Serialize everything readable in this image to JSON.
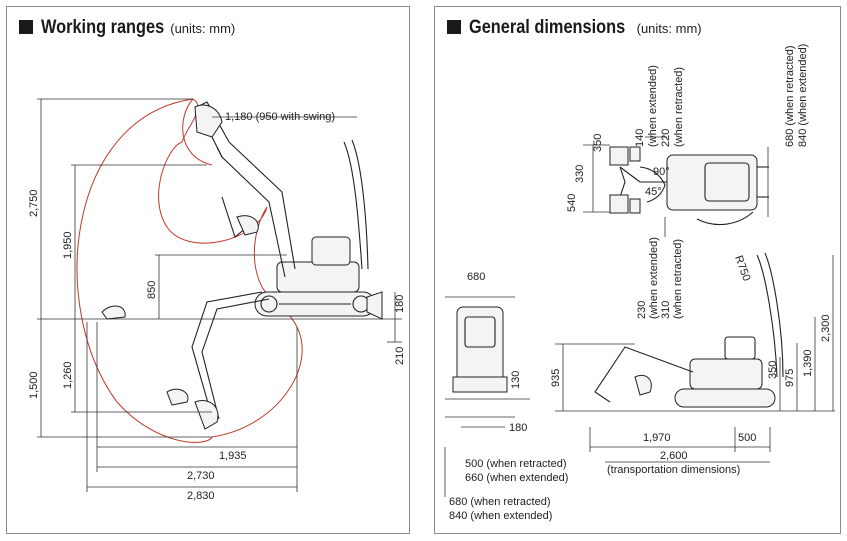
{
  "working_ranges": {
    "title": "Working ranges",
    "units": "(units: mm)",
    "dims": {
      "h2750": "2,750",
      "h1950": "1,950",
      "h850": "850",
      "h180": "180",
      "h210": "210",
      "h1500": "1,500",
      "h1260": "1,260",
      "r1180": "1,180 (950 with swing)",
      "w1935": "1,935",
      "w2730": "2,730",
      "w2830": "2,830"
    }
  },
  "general_dimensions": {
    "title": "General dimensions",
    "units": "(units: mm)",
    "dims": {
      "d140": "140",
      "d140_note": "(when extended)",
      "d220": "220",
      "d220_note": "(when retracted)",
      "d680_840_top": "680 (when retracted)",
      "d840_top": "840 (when extended)",
      "d350a": "350",
      "d330": "330",
      "d540": "540",
      "a90": "90°",
      "a45": "45°",
      "r750": "R750",
      "d230": "230",
      "d230_note": "(when extended)",
      "d310": "310",
      "d310_note": "(when retracted)",
      "d680w": "680",
      "d935": "935",
      "d130": "130",
      "d180": "180",
      "d350b": "350",
      "d975": "975",
      "d1390": "1,390",
      "d2300": "2,300",
      "d1970": "1,970",
      "d500": "500",
      "d2600": "2,600",
      "d2600_note": "(transportation dimensions)",
      "b500": "500 (when retracted)",
      "b660": "660 (when extended)",
      "b680": "680 (when retracted)",
      "b840": "840 (when extended)"
    }
  }
}
